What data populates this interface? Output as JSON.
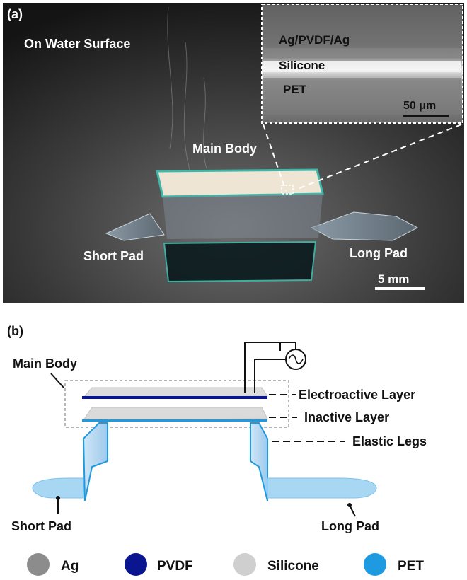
{
  "panel_a": {
    "label": "(a)",
    "water_label": "On Water Surface",
    "main_body_label": "Main Body",
    "short_pad_label": "Short Pad",
    "long_pad_label": "Long Pad",
    "scale_bar_label": "5 mm",
    "inset": {
      "layer_agpvdf": "Ag/PVDF/Ag",
      "layer_silicone": "Silicone",
      "layer_pet": "PET",
      "scale_bar_label": "50 μm"
    }
  },
  "panel_b": {
    "label": "(b)",
    "main_body_label": "Main Body",
    "electroactive_label": "Electroactive Layer",
    "inactive_label": "Inactive Layer",
    "elastic_legs_label": "Elastic Legs",
    "short_pad_label": "Short Pad",
    "long_pad_label": "Long Pad",
    "source_symbol": "ac-source-icon"
  },
  "legend": [
    {
      "label": "Ag",
      "color": "#8c8c8c"
    },
    {
      "label": "PVDF",
      "color": "#0a1690"
    },
    {
      "label": "Silicone",
      "color": "#cfcfcf"
    },
    {
      "label": "PET",
      "color": "#1e9be0"
    }
  ]
}
